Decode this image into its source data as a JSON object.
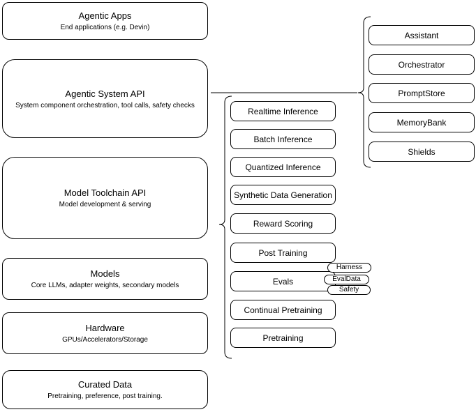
{
  "diagram": {
    "left_column": [
      {
        "title": "Agentic Apps",
        "subtitle": "End applications (e.g. Devin)"
      },
      {
        "title": "Agentic System API",
        "subtitle": "System component orchestration, tool calls, safety checks"
      },
      {
        "title": "Model Toolchain API",
        "subtitle": "Model development & serving"
      },
      {
        "title": "Models",
        "subtitle": "Core LLMs, adapter weights, secondary models"
      },
      {
        "title": "Hardware",
        "subtitle": "GPUs/Accelerators/Storage"
      },
      {
        "title": "Curated Data",
        "subtitle": "Pretraining, preference, post training."
      }
    ],
    "toolchain_items": [
      "Realtime Inference",
      "Batch Inference",
      "Quantized Inference",
      "Synthetic Data Generation",
      "Reward Scoring",
      "Post Training",
      "Evals",
      "Continual Pretraining",
      "Pretraining"
    ],
    "evals_tags": [
      "Harness",
      "EvalData",
      "Safety"
    ],
    "system_components": [
      "Assistant",
      "Orchestrator",
      "PromptStore",
      "MemoryBank",
      "Shields"
    ],
    "colors": {
      "border": "#000000",
      "background": "#ffffff",
      "text": "#000000"
    }
  }
}
